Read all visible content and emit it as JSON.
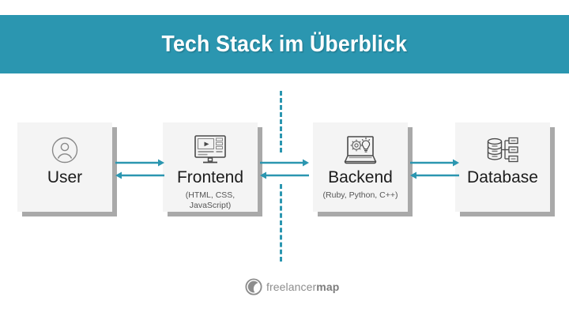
{
  "header": {
    "title": "Tech Stack im Überblick",
    "background_color": "#2b96b0",
    "text_color": "#ffffff"
  },
  "theme": {
    "accent_color": "#2b96b0",
    "node_fill": "#f4f4f4",
    "node_shadow": "#a9a9a9",
    "page_background": "#ffffff",
    "label_color": "#1c1c1c",
    "sublabel_color": "#555555"
  },
  "diagram": {
    "nodes": [
      {
        "id": "user",
        "label": "User",
        "sublabel": "",
        "icon": "user-avatar-icon"
      },
      {
        "id": "frontend",
        "label": "Frontend",
        "sublabel": "(HTML, CSS, JavaScript)",
        "sublabel_line1": "(HTML, CSS,",
        "sublabel_line2": "JavaScript)",
        "icon": "monitor-media-icon"
      },
      {
        "id": "backend",
        "label": "Backend",
        "sublabel": "(Ruby, Python, C++)",
        "sublabel_line1": "(Ruby, Python, C++)",
        "sublabel_line2": "",
        "icon": "laptop-gear-bulb-icon"
      },
      {
        "id": "database",
        "label": "Database",
        "sublabel": "",
        "icon": "database-nodes-icon"
      }
    ],
    "connectors": [
      {
        "id": "user-frontend",
        "from": "user",
        "to": "frontend",
        "direction": "bidirectional"
      },
      {
        "id": "frontend-backend",
        "from": "frontend",
        "to": "backend",
        "direction": "bidirectional"
      },
      {
        "id": "backend-database",
        "from": "backend",
        "to": "database",
        "direction": "bidirectional"
      }
    ],
    "divider": {
      "id": "client-server-divider",
      "style": "dashed-vertical",
      "color": "#2b96b0"
    }
  },
  "logo": {
    "text_light": "freelancer",
    "text_bold": "map",
    "color": "#8d8d8d"
  }
}
